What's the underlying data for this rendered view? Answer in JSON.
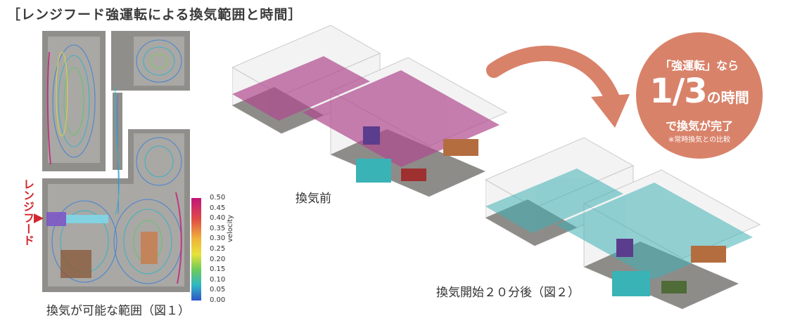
{
  "title": "［レンジフード強運転による換気範囲と時間］",
  "figure1": {
    "caption": "換気が可能な範囲（図１）",
    "range_hood_label": "レンジフード",
    "colorbar": {
      "title": "velocity",
      "ticks": [
        "0.50",
        "0.45",
        "0.40",
        "0.35",
        "0.30",
        "0.25",
        "0.20",
        "0.15",
        "0.10",
        "0.05",
        "0.00"
      ]
    }
  },
  "before": {
    "caption": "換気前"
  },
  "after": {
    "caption": "換気開始２０分後（図２）"
  },
  "bubble": {
    "line1": "「強運転」なら",
    "big": "1/3",
    "big_suffix": "の時間",
    "line3": "で換気が完了",
    "note": "※常時換気との比較"
  },
  "colors": {
    "accent": "#d9826a",
    "hood_red": "#d0282e",
    "before_fill": "#b04a8f",
    "after_fill": "#3fb0b4"
  }
}
